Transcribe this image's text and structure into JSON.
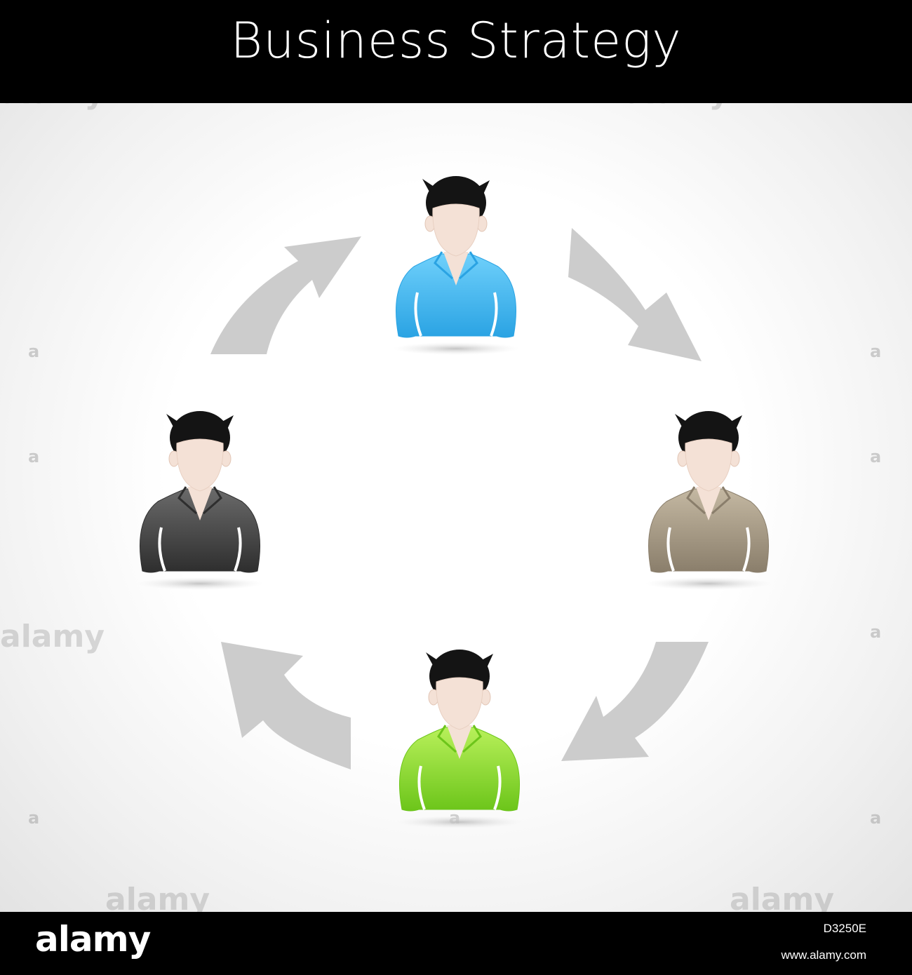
{
  "header": {
    "title": "Business Strategy"
  },
  "diagram": {
    "people": [
      {
        "position": "top",
        "shirt_color": "#2aa3e3",
        "shirt_light": "#6fd0fb"
      },
      {
        "position": "right",
        "shirt_color": "#8a7e6b",
        "shirt_light": "#c4b8a2"
      },
      {
        "position": "bottom",
        "shirt_color": "#6cc51a",
        "shirt_light": "#b8f05a"
      },
      {
        "position": "left",
        "shirt_color": "#2e2e2e",
        "shirt_light": "#6a6a6a"
      }
    ],
    "arrow_color": "#cccccc",
    "skin_color": "#f4e1d6",
    "hair_color": "#141414"
  },
  "watermark": {
    "brand": "alamy",
    "mark": "a"
  },
  "footer": {
    "brand": "alamy",
    "image_id": "D3250E",
    "url": "www.alamy.com"
  }
}
